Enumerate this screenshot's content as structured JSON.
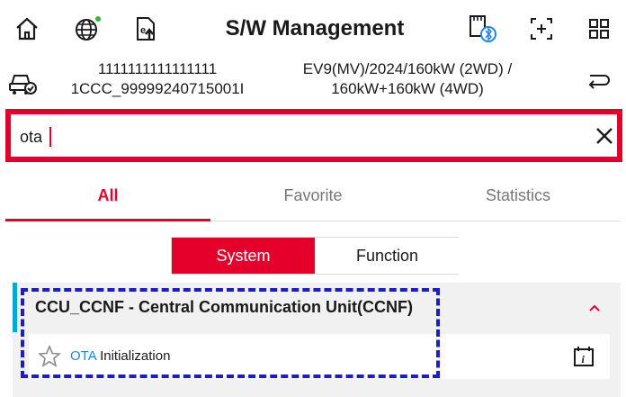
{
  "header": {
    "title": "S/W Management",
    "icons": [
      "home-icon",
      "globe-icon",
      "file-upload-icon",
      "bluetooth-device-icon",
      "scan-icon",
      "grid-icon"
    ]
  },
  "vehicle": {
    "vin": "1111111111111111",
    "id": "1CCC_99999240715001I",
    "model_line1": "EV9(MV)/2024/160kW (2WD) /",
    "model_line2": "160kW+160kW (4WD)"
  },
  "search": {
    "value": "ota",
    "placeholder": ""
  },
  "tabs": [
    {
      "label": "All",
      "active": true
    },
    {
      "label": "Favorite",
      "active": false
    },
    {
      "label": "Statistics",
      "active": false
    }
  ],
  "segment": {
    "system_label": "System",
    "function_label": "Function",
    "selected": "System"
  },
  "group": {
    "title": "CCU_CCNF - Central Communication Unit(CCNF)",
    "items": [
      {
        "highlight": "OTA",
        "rest": " Initialization"
      }
    ]
  },
  "colors": {
    "accent": "#e4002b",
    "info_accent": "#00aad2",
    "highlight": "#1e88e5",
    "annotation": "#1c1ccc"
  }
}
